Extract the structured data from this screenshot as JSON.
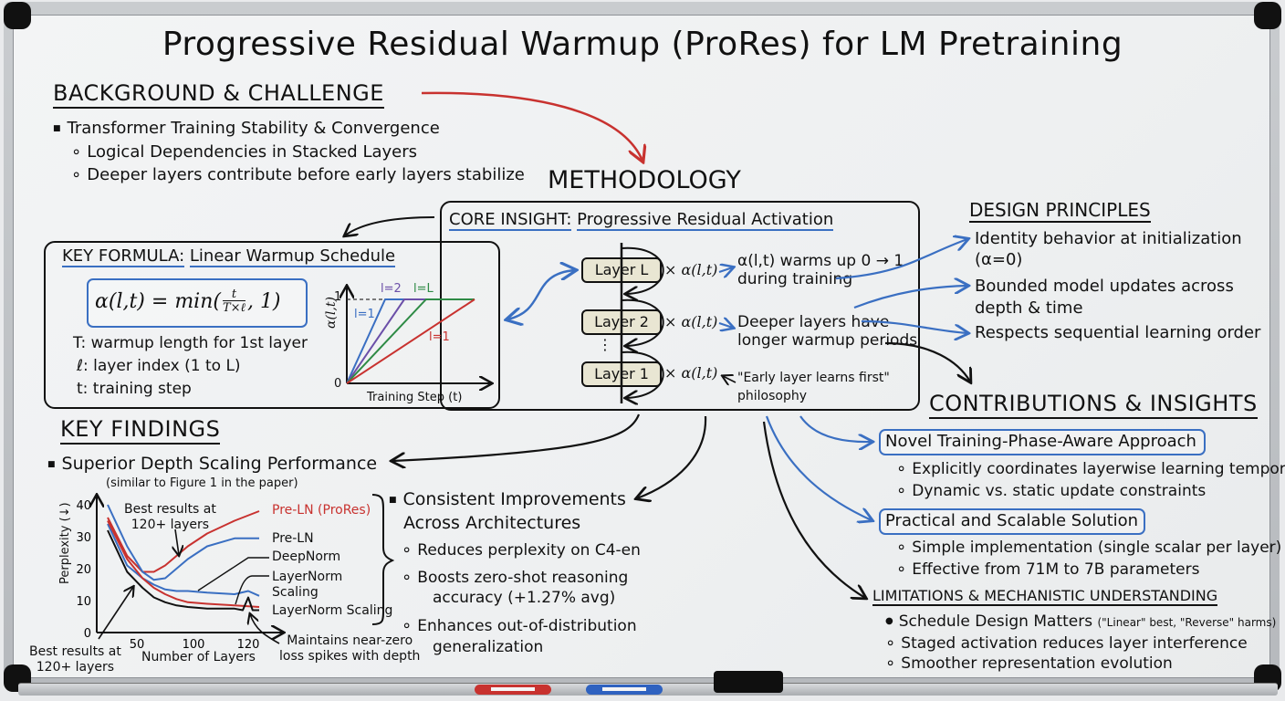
{
  "title": "Progressive Residual Warmup (ProRes) for LM Pretraining",
  "background": {
    "heading": "BACKGROUND & CHALLENGE",
    "bullet": "Transformer Training Stability & Convergence",
    "sub_bullets": [
      "Logical Dependencies in Stacked Layers",
      "Deeper layers contribute before early layers stabilize"
    ]
  },
  "methodology": {
    "heading": "METHODOLOGY",
    "core_insight": {
      "label": "CORE INSIGHT:",
      "title": "Progressive Residual Activation",
      "layers": [
        "Layer L",
        "Layer 2",
        "Layer 1"
      ],
      "dots": "⋮",
      "multiplier": "× α(l,t)",
      "notes": [
        "α(l,t) warms up 0 → 1",
        "during training",
        "Deeper layers have",
        "longer warmup periods",
        "\"Early layer learns first\"",
        "philosophy"
      ]
    },
    "key_formula": {
      "label": "KEY FORMULA:",
      "title": "Linear Warmup Schedule",
      "formula_lhs": "α(l,t) = min(",
      "formula_num": "t",
      "formula_den": "T×ℓ",
      "formula_rhs": ", 1)",
      "definitions": [
        "T: warmup length for 1st layer",
        "ℓ: layer index (1 to L)",
        "t: training step"
      ]
    }
  },
  "design_principles": {
    "heading": "DESIGN PRINCIPLES",
    "items": [
      "Identity behavior at initialization",
      "(α=0)",
      "Bounded model updates across",
      "depth & time",
      "Respects sequential learning order"
    ]
  },
  "contributions": {
    "heading": "CONTRIBUTIONS & INSIGHTS",
    "groups": [
      {
        "title": "Novel Training-Phase-Aware Approach",
        "items": [
          "Explicitly coordinates layerwise learning temporally",
          "Dynamic vs. static update constraints"
        ]
      },
      {
        "title": "Practical and Scalable Solution",
        "items": [
          "Simple implementation (single scalar per layer)",
          "Effective from 71M to 7B parameters"
        ]
      }
    ]
  },
  "limitations": {
    "heading": "LIMITATIONS & MECHANISTIC UNDERSTANDING",
    "items": [
      "Schedule Design Matters",
      "(\"Linear\" best, \"Reverse\" harms)",
      "Staged activation reduces layer interference",
      "Smoother representation evolution"
    ]
  },
  "key_findings": {
    "heading": "KEY FINDINGS",
    "bullet": "Superior Depth Scaling Performance",
    "caption": "(similar to Figure 1 in the paper)",
    "improvements": {
      "title_line1": "Consistent Improvements",
      "title_line2": "Across Architectures",
      "items": [
        "Reduces perplexity on C4-en",
        "Boosts zero-shot reasoning",
        "accuracy (+1.27% avg)",
        "Enhances out-of-distribution",
        "generalization"
      ]
    },
    "annotations": {
      "best_top": [
        "Best results at",
        "120+ layers"
      ],
      "best_bottom": [
        "Best results at",
        "120+ layers"
      ],
      "spikes": [
        "Maintains near-zero",
        "loss spikes with depth"
      ]
    }
  },
  "chart_data": [
    {
      "type": "line",
      "title": "Linear Warmup Schedule",
      "xlabel": "Training Step (t)",
      "ylabel": "α(l,t)",
      "yticks": [
        "0",
        "1"
      ],
      "ylim": [
        0,
        1
      ],
      "xlim": [
        0,
        1
      ],
      "series": [
        {
          "name": "l=1",
          "color": "#3a6fc2",
          "x": [
            0,
            0.3,
            1.0
          ],
          "y": [
            0,
            1,
            1
          ]
        },
        {
          "name": "l=2",
          "color": "#6b4fa8",
          "x": [
            0,
            0.45,
            1.0
          ],
          "y": [
            0,
            1,
            1
          ]
        },
        {
          "name": "l=L",
          "color": "#2e8b45",
          "x": [
            0,
            0.62,
            1.0
          ],
          "y": [
            0,
            1,
            1
          ]
        },
        {
          "name": "l=1",
          "color": "#c8322f",
          "x": [
            0,
            1.0
          ],
          "y": [
            0,
            1
          ]
        }
      ],
      "reference_line": {
        "y": 1,
        "style": "dashed"
      }
    },
    {
      "type": "line",
      "title": "Superior Depth Scaling Performance",
      "xlabel": "Number of Layers",
      "ylabel": "Perplexity (↓)",
      "xticks": [
        50,
        100,
        120
      ],
      "yticks": [
        0,
        10,
        20,
        30,
        40
      ],
      "ylim": [
        0,
        40
      ],
      "xlim": [
        30,
        130
      ],
      "series": [
        {
          "name": "Pre-LN (ProRes)",
          "color": "#c8322f",
          "x": [
            35,
            45,
            55,
            65,
            75,
            85,
            95,
            105,
            115,
            125
          ],
          "y": [
            36,
            24,
            19,
            19,
            21,
            24,
            27,
            31,
            35,
            38
          ]
        },
        {
          "name": "Pre-LN",
          "color": "#3a6fc2",
          "x": [
            35,
            45,
            55,
            65,
            75,
            85,
            95,
            105,
            115,
            125
          ],
          "y": [
            40,
            27,
            19,
            16.5,
            17,
            20,
            23,
            27,
            29.5,
            29.5
          ]
        },
        {
          "name": "DeepNorm",
          "color": "#3a6fc2",
          "x": [
            35,
            45,
            55,
            65,
            75,
            85,
            95,
            105,
            115,
            120,
            125
          ],
          "y": [
            34,
            21,
            17,
            15,
            13.5,
            13,
            13,
            12.5,
            12,
            13,
            11.5
          ]
        },
        {
          "name": "LayerNorm Scaling (red)",
          "color": "#c8322f",
          "x": [
            35,
            45,
            55,
            65,
            75,
            85,
            95,
            105,
            115,
            125
          ],
          "y": [
            35,
            23,
            17,
            14,
            12,
            10.5,
            9.5,
            9,
            8.5,
            8
          ]
        },
        {
          "name": "LayerNorm Scaling",
          "color": "#111111",
          "x": [
            35,
            45,
            55,
            65,
            75,
            85,
            95,
            105,
            115,
            118,
            120,
            122,
            125
          ],
          "y": [
            32,
            19,
            14,
            11,
            9.5,
            8.5,
            8,
            7.5,
            7.5,
            7,
            11,
            7,
            7
          ]
        }
      ],
      "legend": [
        "Pre-LN (ProRes)",
        "Pre-LN",
        "DeepNorm",
        "LayerNorm Scaling",
        "LayerNorm Scaling"
      ],
      "legend_placement": "right"
    }
  ]
}
